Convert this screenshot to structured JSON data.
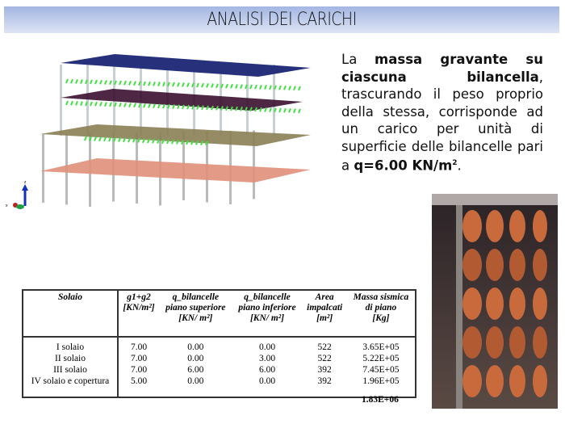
{
  "title": "ANALISI DEI CARICHI",
  "paragraph": {
    "t1": "La ",
    "b1": "massa gravante su ciascuna bilancella",
    "t2": ", trascurando il peso proprio della stessa, corrisponde ad un carico per unità di superficie delle bilancelle pari a ",
    "b2": "q=6.00 KN/m",
    "sup": "2",
    "t3": "."
  },
  "axis_labels": {
    "z": "z",
    "x": "x"
  },
  "table": {
    "headers": [
      {
        "l1": "Solaio",
        "l2": "",
        "l3": ""
      },
      {
        "l1": "g1+g2",
        "l2": "[KN/m²]",
        "l3": ""
      },
      {
        "l1": "q_bilancelle",
        "l2": "piano superiore",
        "l3": "[KN/ m²]"
      },
      {
        "l1": "q_bilancelle",
        "l2": "piano inferiore",
        "l3": "[KN/ m²]"
      },
      {
        "l1": "Area",
        "l2": "impalcati",
        "l3": "[m²]"
      },
      {
        "l1": "Massa sismica",
        "l2": "di piano",
        "l3": "[Kg]"
      }
    ],
    "rows": [
      [
        "I solaio",
        "7.00",
        "0.00",
        "0.00",
        "522",
        "3.65E+05"
      ],
      [
        "II solaio",
        "7.00",
        "0.00",
        "3.00",
        "522",
        "5.22E+05"
      ],
      [
        "III solaio",
        "7.00",
        "6.00",
        "6.00",
        "392",
        "7.45E+05"
      ],
      [
        "IV solaio e copertura",
        "5.00",
        "0.00",
        "0.00",
        "392",
        "1.96E+05"
      ]
    ],
    "total": "1.83E+06"
  }
}
